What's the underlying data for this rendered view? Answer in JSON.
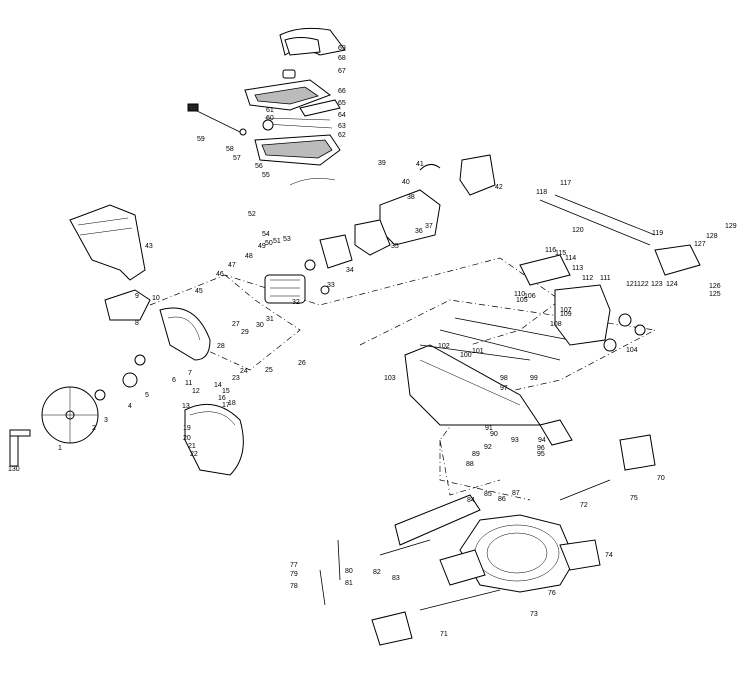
{
  "part_labels": [
    "1",
    "2",
    "3",
    "4",
    "5",
    "6",
    "7",
    "8",
    "9",
    "10",
    "11",
    "12",
    "13",
    "14",
    "15",
    "16",
    "17",
    "18",
    "19",
    "20",
    "21",
    "22",
    "23",
    "24",
    "25",
    "26",
    "27",
    "28",
    "29",
    "30",
    "31",
    "32",
    "33",
    "34",
    "35",
    "36",
    "37",
    "38",
    "39",
    "40",
    "41",
    "42",
    "43",
    "45",
    "46",
    "47",
    "48",
    "49",
    "50",
    "51",
    "52",
    "53",
    "54",
    "55",
    "56",
    "57",
    "58",
    "59",
    "60",
    "61",
    "62",
    "63",
    "64",
    "65",
    "66",
    "67",
    "68",
    "69",
    "70",
    "71",
    "72",
    "73",
    "74",
    "75",
    "76",
    "77",
    "78",
    "79",
    "80",
    "81",
    "82",
    "83",
    "84",
    "85",
    "86",
    "87",
    "88",
    "89",
    "90",
    "91",
    "92",
    "93",
    "94",
    "95",
    "96",
    "97",
    "98",
    "99",
    "100",
    "101",
    "102",
    "103",
    "104",
    "105",
    "106",
    "107",
    "108",
    "109",
    "110",
    "111",
    "112",
    "113",
    "114",
    "115",
    "116",
    "117",
    "118",
    "119",
    "120",
    "121",
    "122",
    "123",
    "124",
    "125",
    "126",
    "127",
    "128",
    "129",
    "130"
  ]
}
